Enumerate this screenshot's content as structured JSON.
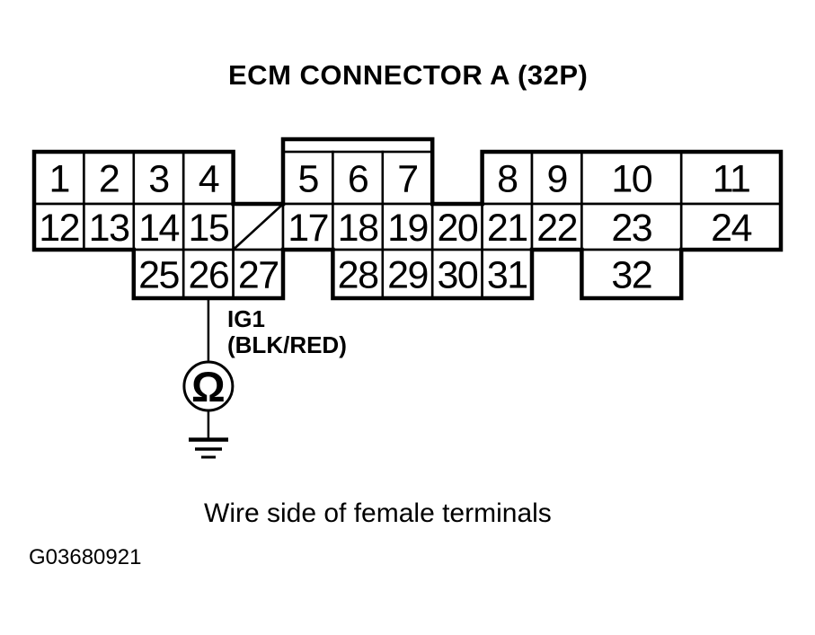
{
  "page": {
    "title": "ECM CONNECTOR A (32P)",
    "caption": "Wire side of female terminals",
    "figure_id": "G03680921",
    "background_color": "#ffffff",
    "ink_color": "#000000"
  },
  "connector": {
    "rows": [
      {
        "cells": [
          {
            "pin": "1",
            "col": 0
          },
          {
            "pin": "2",
            "col": 1
          },
          {
            "pin": "3",
            "col": 2
          },
          {
            "pin": "4",
            "col": 3
          },
          {
            "pin": "5",
            "col": 5
          },
          {
            "pin": "6",
            "col": 6
          },
          {
            "pin": "7",
            "col": 7
          },
          {
            "pin": "8",
            "col": 9
          },
          {
            "pin": "9",
            "col": 10
          },
          {
            "pin": "10",
            "col": 11,
            "span": 2
          },
          {
            "pin": "11",
            "col": 13,
            "span": 2
          }
        ]
      },
      {
        "cells": [
          {
            "pin": "12",
            "col": 0
          },
          {
            "pin": "13",
            "col": 1
          },
          {
            "pin": "14",
            "col": 2
          },
          {
            "pin": "15",
            "col": 3
          },
          {
            "pin": "",
            "col": 4,
            "empty": true
          },
          {
            "pin": "17",
            "col": 5
          },
          {
            "pin": "18",
            "col": 6
          },
          {
            "pin": "19",
            "col": 7
          },
          {
            "pin": "20",
            "col": 8
          },
          {
            "pin": "21",
            "col": 9
          },
          {
            "pin": "22",
            "col": 10
          },
          {
            "pin": "23",
            "col": 11,
            "span": 2
          },
          {
            "pin": "24",
            "col": 13,
            "span": 2
          }
        ]
      },
      {
        "cells": [
          {
            "pin": "25",
            "col": 2
          },
          {
            "pin": "26",
            "col": 3
          },
          {
            "pin": "27",
            "col": 4
          },
          {
            "pin": "28",
            "col": 6
          },
          {
            "pin": "29",
            "col": 7
          },
          {
            "pin": "30",
            "col": 8
          },
          {
            "pin": "31",
            "col": 9
          },
          {
            "pin": "32",
            "col": 11,
            "span": 2
          }
        ]
      }
    ]
  },
  "probe": {
    "wire_label": "IG1",
    "wire_color": "(BLK/RED)",
    "meter_symbol": "Ω",
    "attached_pin": "26"
  }
}
